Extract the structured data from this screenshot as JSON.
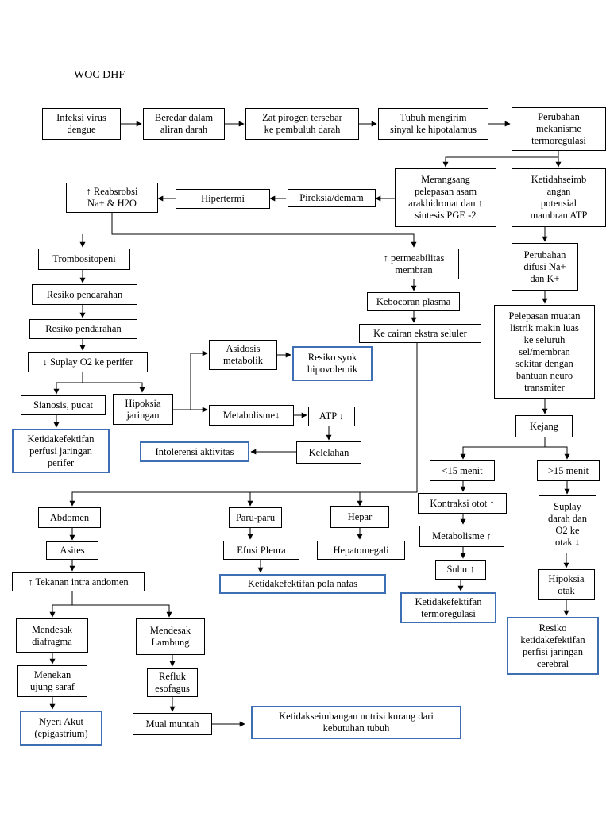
{
  "title": "WOC DHF",
  "nodes": {
    "infeksi": "Infeksi virus\ndengue",
    "beredar": "Beredar dalam\naliran darah",
    "pirogen": "Zat pirogen tersebar\nke pembuluh darah",
    "sinyal": "Tubuh mengirim\nsinyal ke hipotalamus",
    "perubahan_termo": "Perubahan\nmekanisme\ntermoregulasi",
    "merangsang": "Merangsang\npelepasan asam\narakhidronat dan ↑\nsintesis PGE -2",
    "ketidakseimbangan_atp": "Ketidahseimb\nangan\npotensial\nmambran ATP",
    "reabsorbsi": "↑ Reabsrobsi\nNa+ & H2O",
    "hipertermi": "Hipertermi",
    "pireksia": "Pireksia/demam",
    "trombositopeni": "Trombositopeni",
    "permeabilitas": "↑ permeabilitas\nmembran",
    "perubahan_difusi": "Perubahan\ndifusi Na+\ndan K+",
    "resiko_pendarahan_1": "Resiko pendarahan",
    "kebocoran": "Kebocoran plasma",
    "pelepasan_muatan": "Pelepasan muatan\nlistrik makin luas\nke seluruh\nsel/membran\nsekitar dengan\nbantuan neuro\ntransmiter",
    "resiko_pendarahan_2": "Resiko pendarahan",
    "ke_cairan": "Ke cairan ekstra seluler",
    "asidosis": "Asidosis\nmetabolik",
    "resiko_syok": "Resiko syok\nhipovolemik",
    "suplay_o2": "↓ Suplay O2 ke perifer",
    "sianosis": "Sianosis, pucat",
    "hipoksia_jaringan": "Hipoksia\njaringan",
    "metabolisme_down": "Metabolisme↓",
    "atp_down": "ATP ↓",
    "ketidakefektifan_perfusi": "Ketidakefektifan\nperfusi jaringan\nperifer",
    "intoleransi": "Intolerensi aktivitas",
    "kelelahan": "Kelelahan",
    "kejang": "Kejang",
    "kurang_15": "<15 menit",
    "lebih_15": ">15 menit",
    "abdomen": "Abdomen",
    "paru": "Paru-paru",
    "hepar": "Hepar",
    "kontraksi": "Kontraksi otot ↑",
    "suplay_otak": "Suplay\ndarah dan\nO2 ke\notak ↓",
    "asites": "Asites",
    "efusi": "Efusi Pleura",
    "hepatomegali": "Hepatomegali",
    "metabolisme_up": "Metabolisme ↑",
    "tekanan": "↑ Tekanan intra andomen",
    "pola_nafas": "Ketidakefektifan pola nafas",
    "suhu": "Suhu ↑",
    "hipoksia_otak": "Hipoksia\notak",
    "ketidakefektifan_termo": "Ketidakefektifan\ntermoregulasi",
    "mendesak_diafragma": "Mendesak\ndiafragma",
    "mendesak_lambung": "Mendesak\nLambung",
    "resiko_cerebral": "Resiko\nketidakefektifan\nperfisi jaringan\ncerebral",
    "menekan": "Menekan\nujung saraf",
    "refluk": "Refluk\nesofagus",
    "nyeri": "Nyeri Akut\n(epigastrium)",
    "mual": "Mual muntah",
    "nutrisi": "Ketidakseimbangan nutrisi kurang dari\nkebutuhan tubuh"
  },
  "colors": {
    "diagnosis_border": "#3e6fb5",
    "line": "#000000"
  }
}
